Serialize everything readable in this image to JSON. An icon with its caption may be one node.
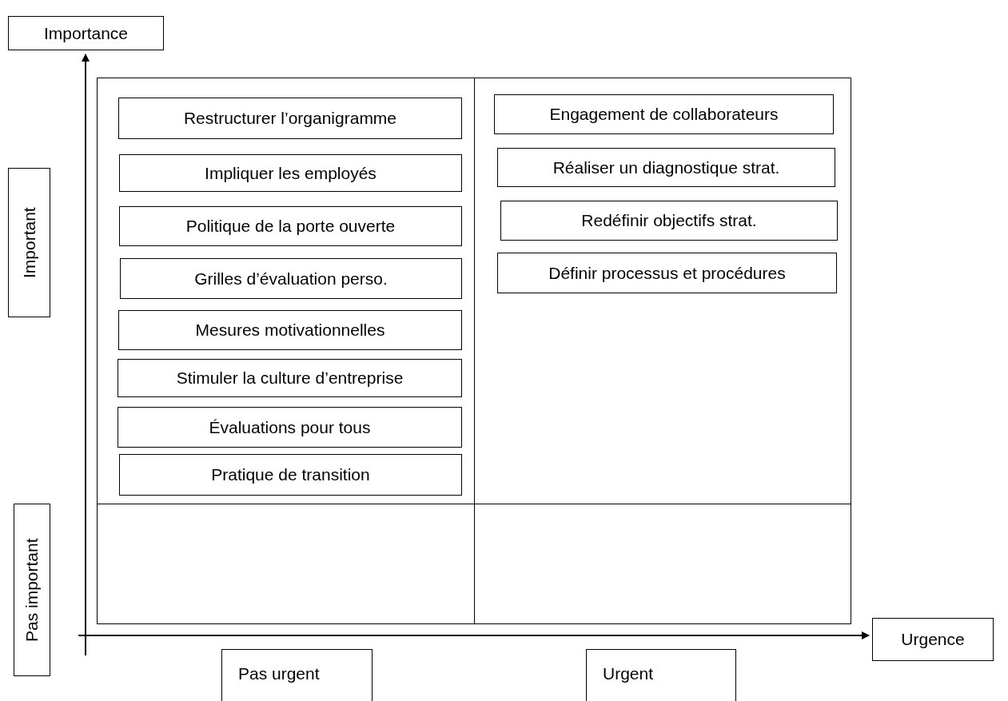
{
  "diagram": {
    "nodes": [
      {
        "text": [
          "Importance"
        ]
      },
      {
        "text": [],
        "shape": "box"
      },
      {
        "text": [],
        "shape": "box"
      },
      {
        "text": [
          "Restructurer l’organigramme"
        ],
        "in": 1
      },
      {
        "text": [
          "Impliquer les employés"
        ],
        "in": 1
      },
      {
        "text": [
          "Politique de la porte ouverte"
        ],
        "in": 1
      },
      {
        "text": [
          "Grilles d’évaluation perso."
        ],
        "in": 1
      },
      {
        "text": [
          "Mesures motivationnelles"
        ],
        "in": 1
      },
      {
        "text": [
          "Stimuler la culture d’entreprise"
        ],
        "in": 1
      },
      {
        "text": [
          "Évaluations pour tous"
        ],
        "in": 1
      },
      {
        "text": [
          "Pratique de transition"
        ],
        "in": 1
      },
      {
        "text": [
          "Engagement de collaborateurs"
        ],
        "in": 2
      },
      {
        "text": [
          "Réaliser un diagnostique strat."
        ],
        "in": 2
      },
      {
        "text": [
          "Redéfinir objectifs strat."
        ],
        "in": 2
      },
      {
        "text": [
          "Définir processus et procédures"
        ],
        "in": 2
      },
      {
        "text": [
          "Important"
        ]
      },
      {
        "text": [],
        "shape": "box"
      },
      {
        "text": [],
        "shape": "box"
      },
      {
        "text": [
          "Pas important"
        ]
      },
      {
        "text": [
          "Urgence"
        ]
      },
      {
        "text": [
          "Pas urgent"
        ]
      },
      {
        "text": [
          "Urgent"
        ]
      }
    ],
    "edges": []
  }
}
